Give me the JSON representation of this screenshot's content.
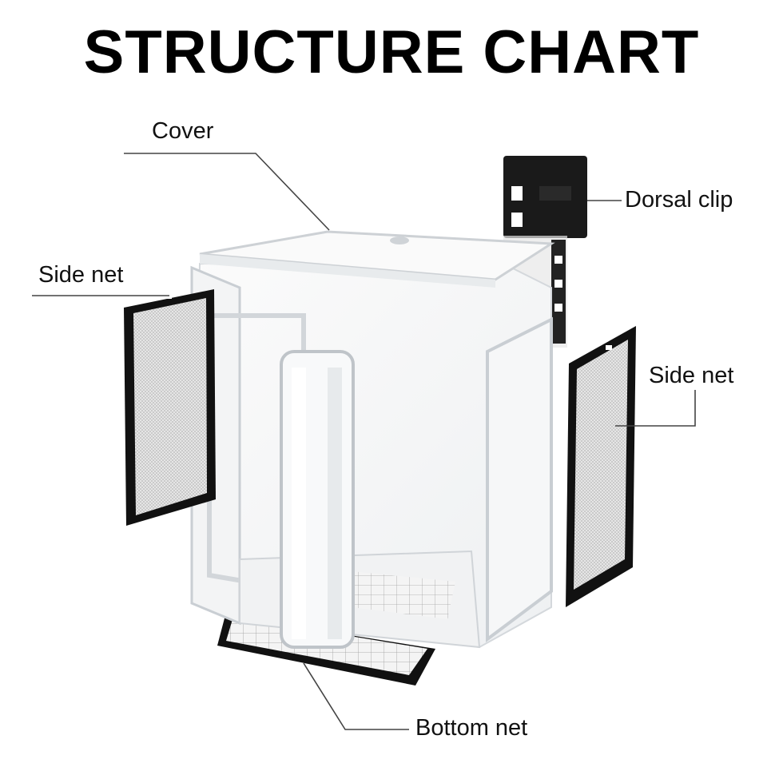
{
  "title": "STRUCTURE CHART",
  "labels": {
    "cover": "Cover",
    "side_net_left": "Side net",
    "dorsal_clip": "Dorsal clip",
    "side_net_right": "Side net",
    "bottom_net": "Bottom net"
  },
  "colors": {
    "frame": "#111111",
    "mesh": "#e6e6e6",
    "acrylic_edge": "#c9ced3",
    "leader_line": "#444444"
  }
}
